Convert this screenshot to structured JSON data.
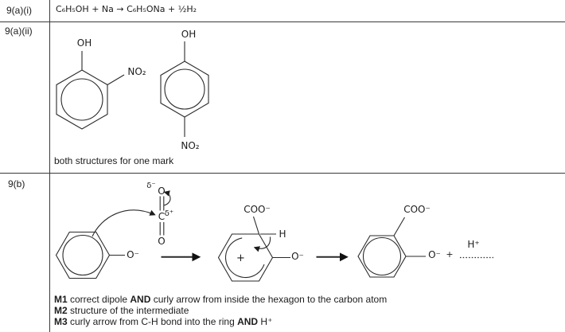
{
  "table": {
    "rows": [
      {
        "label": "9(a)(i)",
        "equation": "C₆H₅OH + Na → C₆H₅ONa + ½H₂"
      },
      {
        "label": "9(a)(ii)",
        "ortho": {
          "oh": "OH",
          "no2": "NO₂"
        },
        "para": {
          "oh": "OH",
          "no2": "NO₂"
        },
        "caption": "both structures for one mark"
      },
      {
        "label": "9(b)",
        "co2": {
          "delta_minus": "δ⁻",
          "o_top": "O",
          "c": "C",
          "delta_plus": "δ⁺",
          "o_bottom": "O"
        },
        "phenoxide": {
          "o_minus": "O⁻"
        },
        "intermediate": {
          "coo": "COO⁻",
          "h": "H",
          "plus": "+",
          "o_minus": "O⁻"
        },
        "product": {
          "coo": "COO⁻",
          "o_minus": "O⁻",
          "plus": "+",
          "h_plus": "H⁺"
        },
        "marks": [
          {
            "code": "M1",
            "t1": " correct dipole ",
            "and": "AND",
            "t2": " curly arrow from inside the hexagon to the carbon atom"
          },
          {
            "code": "M2",
            "t1": " structure of the intermediate",
            "and": "",
            "t2": ""
          },
          {
            "code": "M3",
            "t1": " curly arrow from C-H bond into the ring ",
            "and": "AND",
            "t2": " H⁺"
          }
        ]
      }
    ]
  }
}
